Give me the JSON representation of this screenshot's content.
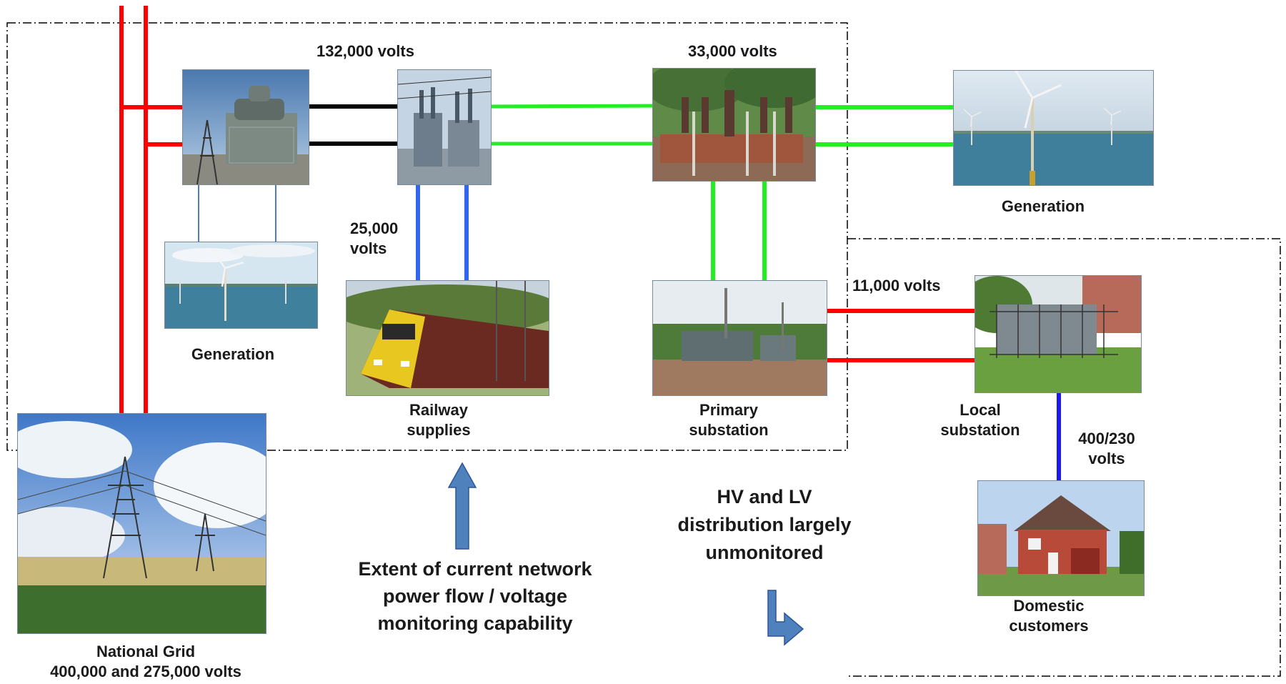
{
  "labels": {
    "v132": "132,000 volts",
    "v33": "33,000 volts",
    "v25a": "25,000",
    "v25b": "volts",
    "v11": "11,000 volts",
    "v400a": "400/230",
    "v400b": "volts",
    "gen_left": "Generation",
    "gen_right": "Generation",
    "railway_a": "Railway",
    "railway_b": "supplies",
    "primary_a": "Primary",
    "primary_b": "substation",
    "local_a": "Local",
    "local_b": "substation",
    "domestic_a": "Domestic",
    "domestic_b": "customers",
    "grid_a": "National Grid",
    "grid_b": "400,000 and 275,000 volts",
    "extent_a": "Extent of current network",
    "extent_b": "power  flow / voltage",
    "extent_c": "monitoring capability",
    "hvlv_a": "HV and LV",
    "hvlv_b": "distribution largely",
    "hvlv_c": "unmonitored"
  },
  "photos": {
    "grid_substation": "grid-substation-photo",
    "bulk_substation": "bulk-supply-substation-photo",
    "substation_33kv": "33kv-substation-photo",
    "offshore_wind_right": "offshore-wind-farm-photo",
    "offshore_wind_left": "offshore-wind-farm-photo",
    "train": "electric-train-photo",
    "primary_substation": "primary-substation-photo",
    "local_substation": "local-substation-photo",
    "house": "house-photo",
    "pylons": "transmission-pylons-photo"
  },
  "colors": {
    "grid_red": "#ff0000",
    "hv_black": "#000000",
    "green_33kv": "#22ee22",
    "rail_blue": "#3366ee",
    "lv_blue": "#1a1aee",
    "arrow_blue": "#4f81bd",
    "boundary": "#000000"
  }
}
